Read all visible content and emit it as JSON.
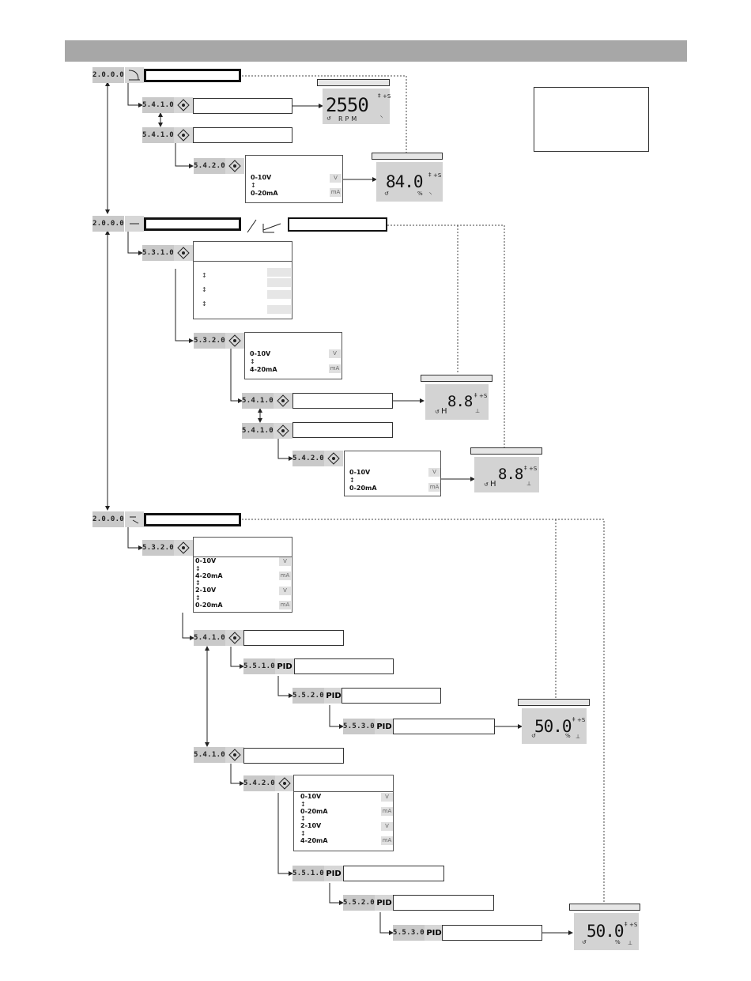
{
  "menu_codes": {
    "c_a": "2.0.0.0",
    "c_b": "2.0.0.0",
    "c_c": "2.0.0.0",
    "c_5410": "5.4.1.0",
    "c_5420": "5.4.2.0",
    "c_5310": "5.3.1.0",
    "c_5320": "5.3.2.0",
    "c_5510": "5.5.1.0",
    "c_5520": "5.5.2.0",
    "c_5530": "5.5.3.0"
  },
  "signal_options": {
    "v_0_10": "0-10V",
    "v_2_10": "2-10V",
    "ma_0_20": "0-20mA",
    "ma_4_20": "4-20mA",
    "sep": "↕",
    "unit_v": "V",
    "unit_ma": "mA"
  },
  "displays": {
    "rpm_value": "2550",
    "rpm_unit": "RPM",
    "value_840": "84.0",
    "value_88": "8.8",
    "value_500": "50.0",
    "percent": "%",
    "h_label": "H",
    "p_s": "+S"
  },
  "icons": {
    "pid_label": "PID"
  }
}
